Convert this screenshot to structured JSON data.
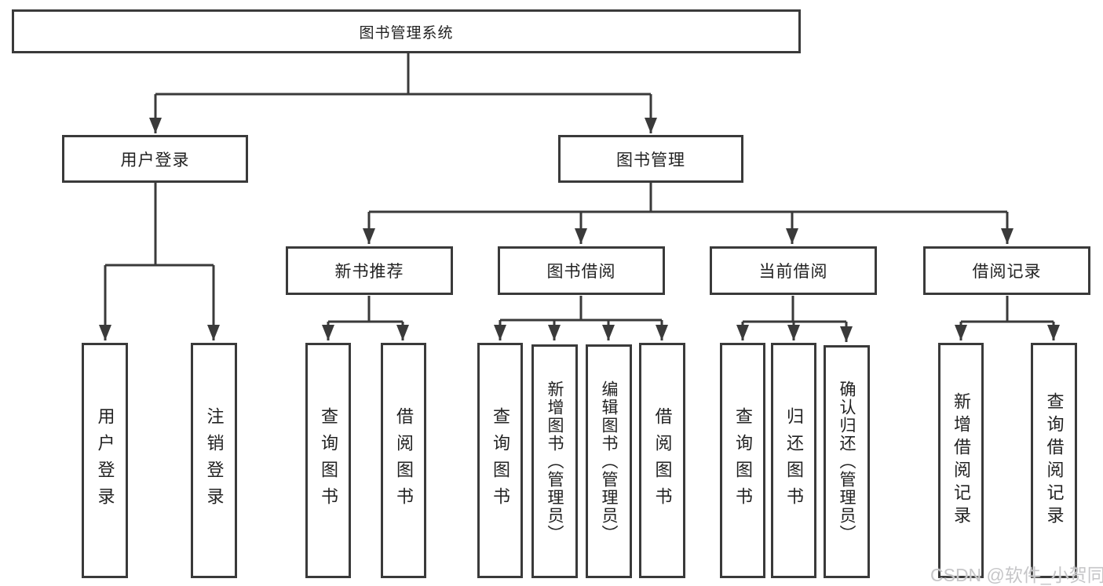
{
  "colors": {
    "line": "#3a3a3a",
    "text": "#222222",
    "watermark_text_color": "#c6c6c8",
    "background": "#ffffff"
  },
  "watermark": {
    "text": "CSDN @软件_小贺同学"
  },
  "tree": {
    "root": {
      "label": "图书管理系统"
    },
    "branches": [
      {
        "label": "用户登录",
        "children": [
          {
            "label": "用户登录"
          },
          {
            "label": "注销登录"
          }
        ]
      },
      {
        "label": "图书管理",
        "children": [
          {
            "label": "新书推荐",
            "children": [
              {
                "label": "查询图书"
              },
              {
                "label": "借阅图书"
              }
            ]
          },
          {
            "label": "图书借阅",
            "children": [
              {
                "label": "查询图书"
              },
              {
                "label": "新增图书（管理员）"
              },
              {
                "label": "编辑图书（管理员）"
              },
              {
                "label": "借阅图书"
              }
            ]
          },
          {
            "label": "当前借阅",
            "children": [
              {
                "label": "查询图书"
              },
              {
                "label": "归还图书"
              },
              {
                "label": "确认归还（管理员）"
              }
            ]
          },
          {
            "label": "借阅记录",
            "children": [
              {
                "label": "新增借阅记录"
              },
              {
                "label": "查询借阅记录"
              }
            ]
          }
        ]
      }
    ]
  }
}
